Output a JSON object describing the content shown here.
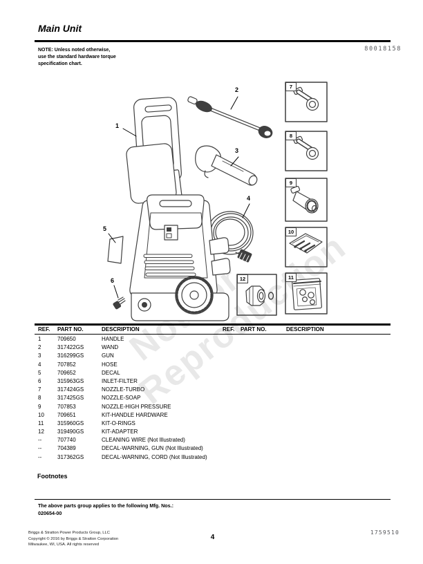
{
  "header": {
    "title": "Main Unit",
    "note_lines": [
      "NOTE: Unless noted otherwise,",
      "use the standard hardware torque",
      "specification chart."
    ],
    "doc_number": "80018158"
  },
  "watermark": {
    "line1": "Not for",
    "line2": "Reproduction"
  },
  "diagram": {
    "callouts": [
      "1",
      "2",
      "3",
      "4",
      "5",
      "6"
    ],
    "boxed_callouts": [
      "7",
      "8",
      "9",
      "10",
      "11",
      "12"
    ]
  },
  "parts_table": {
    "left_headers": [
      "REF.",
      "PART NO.",
      "DESCRIPTION"
    ],
    "right_headers": [
      "REF.",
      "PART NO.",
      "DESCRIPTION"
    ],
    "rows": [
      {
        "ref": "1",
        "part": "709650",
        "desc": "HANDLE"
      },
      {
        "ref": "2",
        "part": "317422GS",
        "desc": "WAND"
      },
      {
        "ref": "3",
        "part": "316299GS",
        "desc": "GUN"
      },
      {
        "ref": "4",
        "part": "707852",
        "desc": "HOSE"
      },
      {
        "ref": "5",
        "part": "709652",
        "desc": "DECAL"
      },
      {
        "ref": "6",
        "part": "315963GS",
        "desc": "INLET-FILTER"
      },
      {
        "ref": "7",
        "part": "317424GS",
        "desc": "NOZZLE-TURBO"
      },
      {
        "ref": "8",
        "part": "317425GS",
        "desc": "NOZZLE-SOAP"
      },
      {
        "ref": "9",
        "part": "707853",
        "desc": "NOZZLE-HIGH PRESSURE"
      },
      {
        "ref": "10",
        "part": "709651",
        "desc": "KIT-HANDLE HARDWARE"
      },
      {
        "ref": "11",
        "part": "315960GS",
        "desc": "KIT-O-RINGS"
      },
      {
        "ref": "12",
        "part": "319490GS",
        "desc": "KIT-ADAPTER"
      },
      {
        "ref": "--",
        "part": "707740",
        "desc": "CLEANING WIRE (Not Illustrated)"
      },
      {
        "ref": "--",
        "part": "704389",
        "desc": "DECAL-WARNING, GUN (Not Illustrated)"
      },
      {
        "ref": "--",
        "part": "317362GS",
        "desc": "DECAL-WARNING, CORD (Not Illustrated)"
      }
    ]
  },
  "footnotes": {
    "heading": "Footnotes"
  },
  "mfg": {
    "line1": "The above parts group applies to the following Mfg. Nos.:",
    "line2": "020654-00"
  },
  "footer": {
    "company_lines": [
      "Briggs & Stratton Power Products Group, LLC",
      "Copyright © 2016 by Briggs & Stratton Corporation",
      "Milwaukee, WI, USA. All rights reserved"
    ],
    "page_number": "4",
    "doc_code": "1759510"
  }
}
